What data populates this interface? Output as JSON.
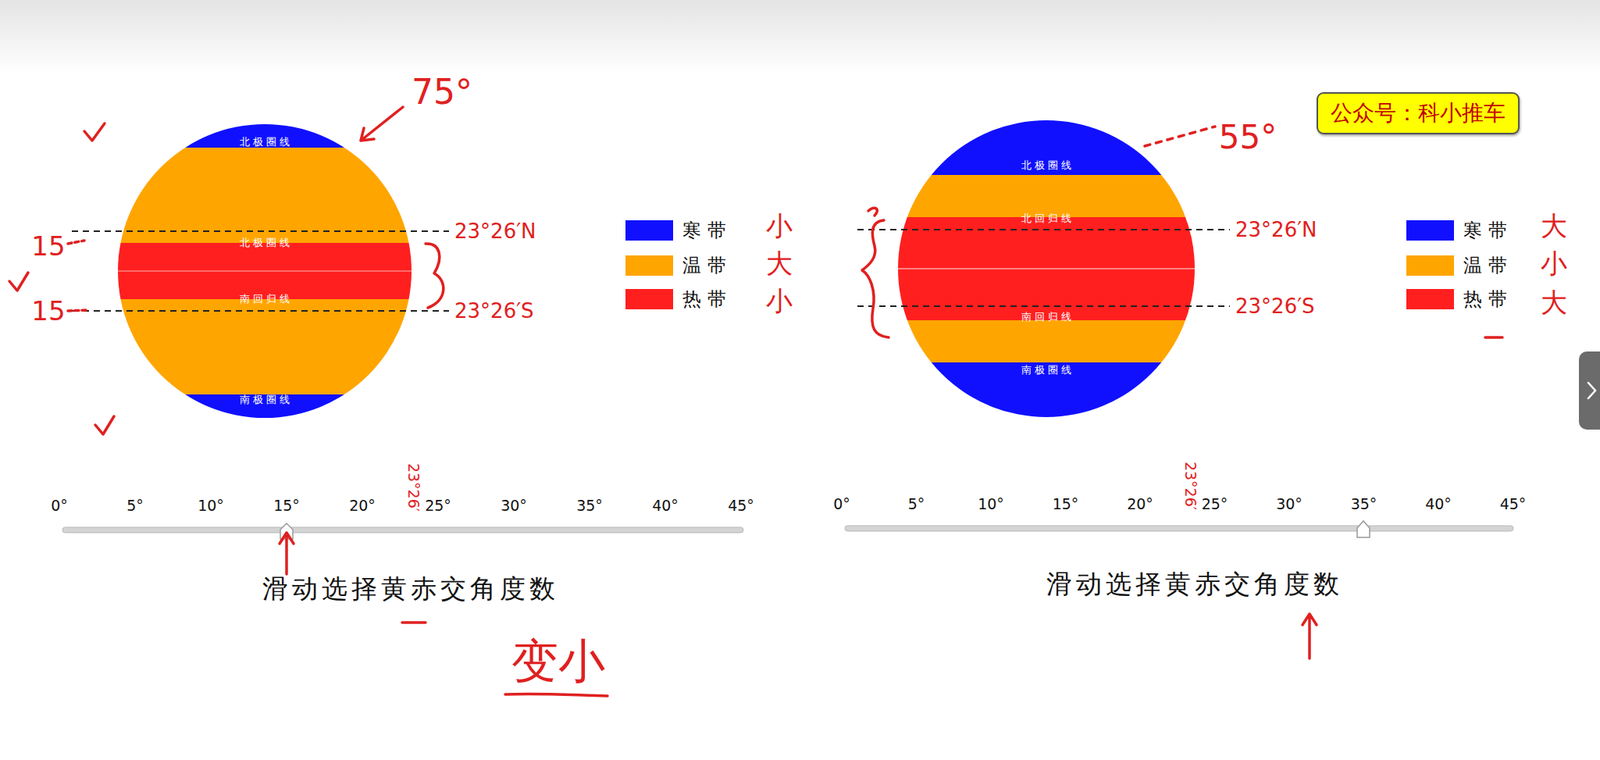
{
  "diagram": {
    "nodes": [
      {
        "text": [
          "公众号：科小推车"
        ]
      }
    ],
    "labels": [
      "北极圈线",
      "北极圈线",
      "南回归线",
      "南极圈线",
      "23°26′N",
      "23°26′S",
      "0°",
      "5°",
      "10°",
      "15°",
      "20°",
      "25°",
      "30°",
      "35°",
      "40°",
      "45°",
      "23°26′",
      "滑动选择黄赤交角度数",
      "75°",
      "15",
      "15",
      "小",
      "大",
      "小",
      "变小",
      "北极圈线",
      "北回归线",
      "南回归线",
      "南极圈线",
      "23°26′N",
      "23°26′S",
      "0°",
      "5°",
      "10°",
      "15°",
      "20°",
      "25°",
      "30°",
      "35°",
      "40°",
      "45°",
      "23°26′",
      "滑动选择黄赤交角度数",
      "55°",
      "大",
      "小",
      "大"
    ],
    "legend": [
      {
        "text": "寒带",
        "color": "#1010ff"
      },
      {
        "text": "温带",
        "color": "#ffa500"
      },
      {
        "text": "热带",
        "color": "#ff1f1f"
      },
      {
        "text": "寒带",
        "color": "#1010ff"
      },
      {
        "text": "温带",
        "color": "#ffa500"
      },
      {
        "text": "热带",
        "color": "#ff1f1f"
      }
    ]
  }
}
